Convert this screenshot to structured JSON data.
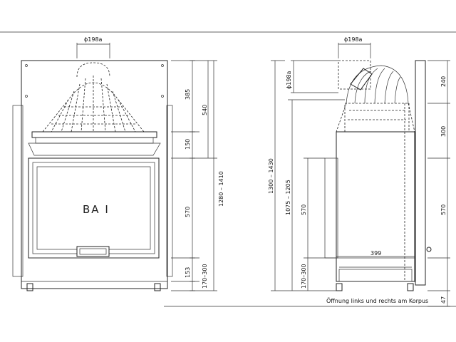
{
  "front_view": {
    "label": "BA I",
    "flue_dim": "ϕ198a",
    "dims": {
      "d385": "385",
      "d540": "540",
      "d150": "150",
      "d570": "570",
      "d153": "153",
      "d170_300": "170–300",
      "d1280_1410": "1280 – 1410"
    }
  },
  "side_view": {
    "flue_dim_top": "ϕ198a",
    "flue_dim_left": "ϕ198a",
    "dims": {
      "d240": "240",
      "d300": "300",
      "d570": "570",
      "d47": "47",
      "d399": "399",
      "d1300_1430": "1300 – 1430",
      "d1075_1205": "1075 – 1205",
      "d570_left": "570",
      "d170_300": "170–300"
    },
    "note": "Öffnung links und rechts am Korpus"
  }
}
